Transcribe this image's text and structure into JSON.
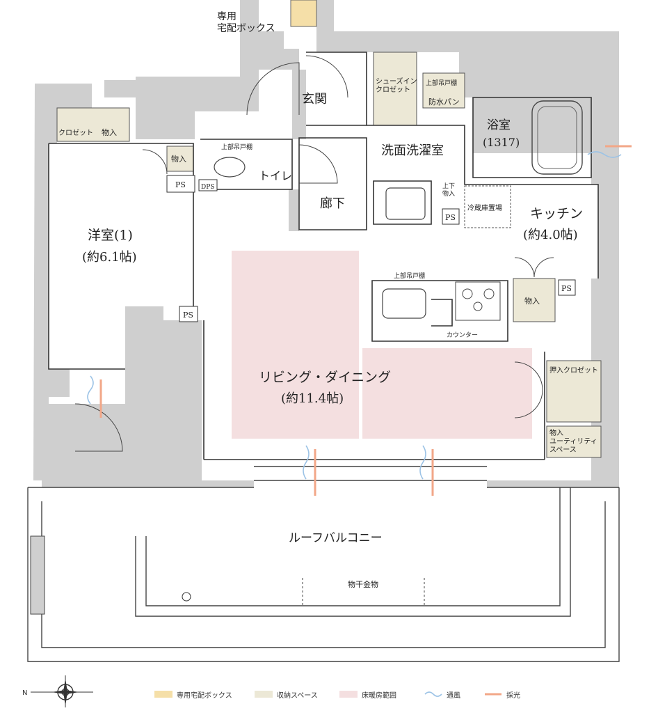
{
  "rooms": {
    "delivery_box": "専用\n宅配ボックス",
    "entrance": "玄関",
    "shoe_closet": "シューズイン\nクロゼット",
    "upper_cabinet_1": "上部吊戸棚",
    "waterproof_pan": "防水パン",
    "bathroom": "浴室",
    "bathroom_size": "(1317)",
    "washroom": "洗面洗濯室",
    "toilet": "トイレ",
    "upper_cabinet_2": "上部吊戸棚",
    "hallway": "廊下",
    "closet": "クロゼット",
    "storage_1": "物入",
    "storage_2": "物入",
    "storage_3": "物入",
    "storage_upper_lower": "上下\n物入",
    "ps_1": "PS",
    "ps_2": "PS",
    "ps_3": "PS",
    "ps_4": "PS",
    "dps": "DPS",
    "western_room": "洋室(1)",
    "western_room_size": "(約6.1帖)",
    "fridge": "冷蔵庫置場",
    "kitchen": "キッチン",
    "kitchen_size": "(約4.0帖)",
    "upper_cabinet_3": "上部吊戸棚",
    "counter": "カウンター",
    "living": "リビング・ダイニング",
    "living_size": "(約11.4帖)",
    "push_closet": "押入クロゼット",
    "utility": "物入\nユーティリティ\nスペース",
    "balcony": "ルーフバルコニー",
    "clothes_hanger": "物干金物"
  },
  "legend": {
    "delivery_box": {
      "label": "専用宅配ボックス",
      "color": "#f5dfa8"
    },
    "storage": {
      "label": "収納スペース",
      "color": "#ece8d6"
    },
    "floor_heating": {
      "label": "床暖房範囲",
      "color": "#f4dfe0"
    },
    "ventilation": {
      "label": "通風",
      "color": "#9cc3e6"
    },
    "daylight": {
      "label": "採光",
      "color": "#f2a788"
    }
  },
  "compass": {
    "north": "N"
  }
}
